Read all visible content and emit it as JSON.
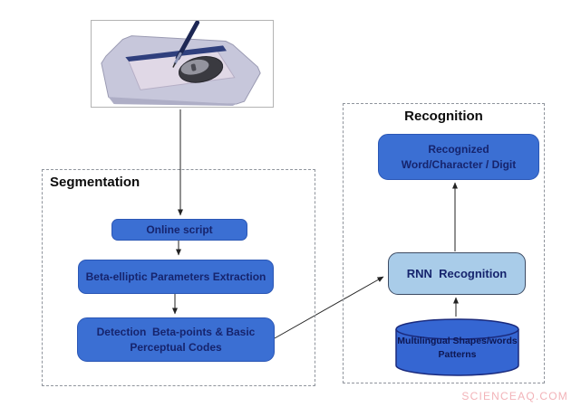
{
  "sections": {
    "segmentation": {
      "title": "Segmentation"
    },
    "recognition": {
      "title": "Recognition"
    }
  },
  "nodes": {
    "online_script": {
      "label": "Online script"
    },
    "beta_elliptic": {
      "label": "Beta-elliptic Parameters Extraction"
    },
    "detection": {
      "line1": "Detection  Beta-points & Basic",
      "line2": "Perceptual Codes"
    },
    "recognized": {
      "line1": "Recognized",
      "line2": "Word/Character / Digit"
    },
    "rnn": {
      "label": "RNN  Recognition"
    },
    "database": {
      "line1": "Multilingual Shapes/words",
      "line2": "Patterns"
    }
  },
  "icons": {
    "input_device": "graphics-tablet-with-pen-and-mouse"
  },
  "colors": {
    "node_fill": "#3b6fd3",
    "node_border": "#2b57b5",
    "node_text": "#16246d",
    "rnn_fill": "#a9cce9",
    "rnn_border": "#3d4b63",
    "cylinder_fill": "#3566d2",
    "cylinder_border": "#1a2a7d",
    "dashed_border": "#8f949c",
    "arrow": "#222222",
    "watermark_color": "#f2b3b8"
  },
  "watermark": "SCIENCEAQ.COM"
}
